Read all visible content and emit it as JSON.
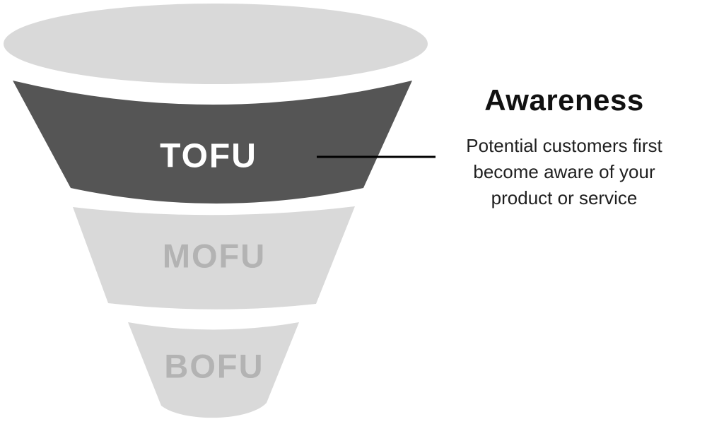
{
  "colors": {
    "background": "#ffffff",
    "stage_active_fill": "#555555",
    "stage_inactive_fill": "#d9d9d9",
    "stage_active_text": "#ffffff",
    "stage_inactive_text": "#b3b3b3",
    "annotation_text": "#111111",
    "connector": "#000000"
  },
  "funnel": {
    "stages": [
      {
        "label": "TOFU",
        "active": true
      },
      {
        "label": "MOFU",
        "active": false
      },
      {
        "label": "BOFU",
        "active": false
      }
    ]
  },
  "annotation": {
    "heading": "Awareness",
    "description": "Potential customers first become aware of your product or service",
    "description_lines": [
      "Potential customers first",
      "become aware of your",
      "product or service"
    ]
  }
}
